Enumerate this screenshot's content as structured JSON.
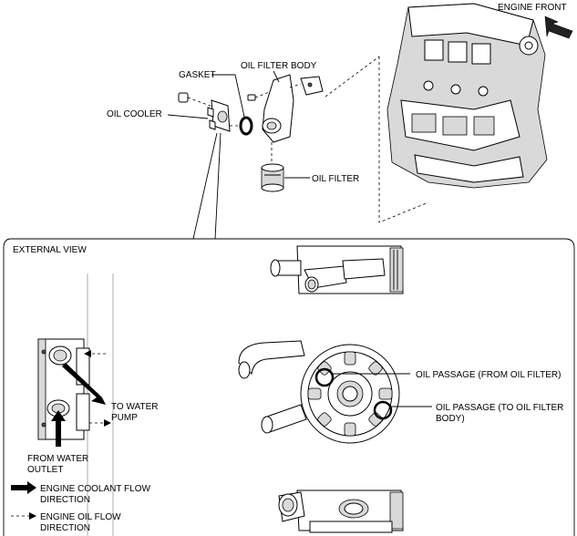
{
  "labels": {
    "engine_front": "ENGINE FRONT",
    "gasket": "GASKET",
    "oil_filter_body": "OIL FILTER BODY",
    "oil_cooler": "OIL COOLER",
    "oil_filter": "OIL FILTER",
    "external_view": "EXTERNAL VIEW",
    "to_water_pump_1": "TO WATER",
    "to_water_pump_2": "PUMP",
    "from_water_outlet_1": "FROM WATER",
    "from_water_outlet_2": "OUTLET",
    "oil_passage_from": "OIL PASSAGE (FROM OIL FILTER)",
    "oil_passage_to_1": "OIL PASSAGE (TO OIL FILTER",
    "oil_passage_to_2": "BODY)"
  },
  "legend": {
    "coolant_1": "ENGINE COOLANT FLOW",
    "coolant_2": "DIRECTION",
    "oil_1": "ENGINE OIL FLOW",
    "oil_2": "DIRECTION"
  },
  "colors": {
    "line": "#000000",
    "shade": "#d9d9d9",
    "dark": "#555555",
    "background": "#ffffff"
  }
}
